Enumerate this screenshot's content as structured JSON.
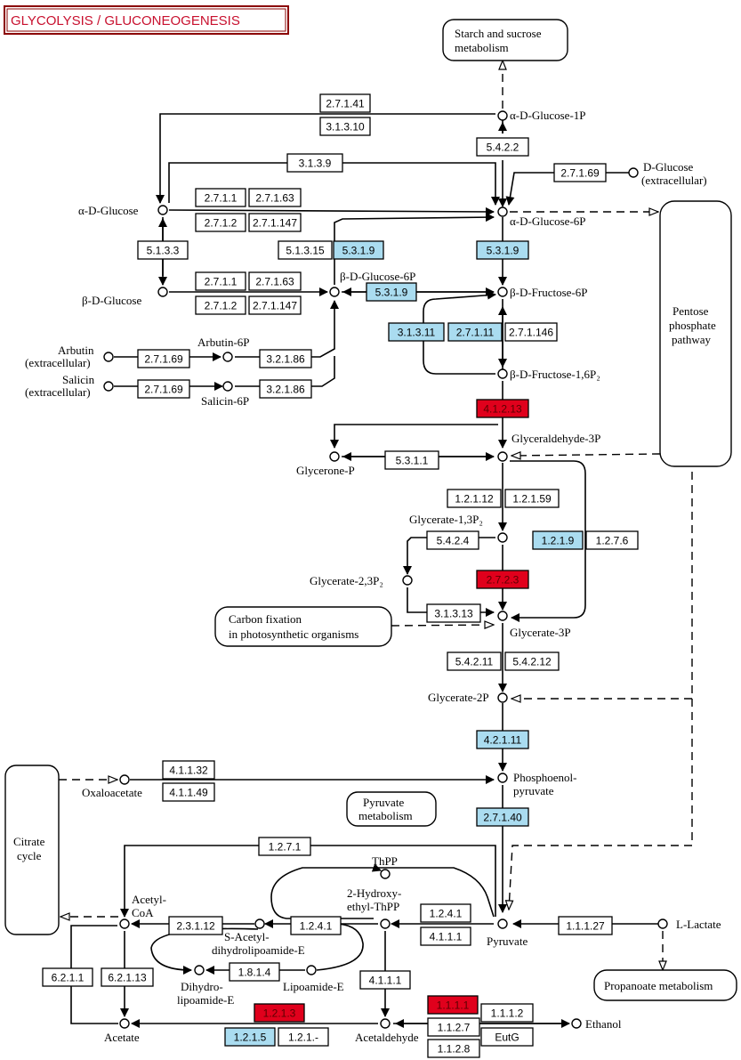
{
  "title": "GLYCOLYSIS / GLUCONEOGENESIS",
  "colors": {
    "blue": "#aadcf0",
    "red": "#e0001c",
    "white": "#ffffff",
    "title_border": "#8b0000",
    "title_text": "#c8102e"
  },
  "compounds": [
    "α-D-Glucose-1P",
    "D-Glucose",
    "(extracellular)",
    "α-D-Glucose",
    "α-D-Glucose-6P",
    "β-D-Glucose-6P",
    "β-D-Glucose",
    "β-D-Fructose-6P",
    "Arbutin",
    "(extracellular)",
    "Arbutin-6P",
    "Salicin",
    "(extracellular)",
    "Salicin-6P",
    "β-D-Fructose-1,6P₂",
    "Glyceraldehyde-3P",
    "Glycerone-P",
    "Glycerate-1,3P₂",
    "Glycerate-2,3P₂",
    "Glycerate-3P",
    "Glycerate-2P",
    "Oxaloacetate",
    "Phosphoenol-",
    "pyruvate",
    "ThPP",
    "2-Hydroxy-",
    "ethyl-ThPP",
    "Acetyl-",
    "CoA",
    "S-Acetyl-",
    "dihydrolipoamide-E",
    "Dihydro-",
    "lipoamide-E",
    "Lipoamide-E",
    "Pyruvate",
    "L-Lactate",
    "Acetate",
    "Acetaldehyde",
    "Ethanol"
  ],
  "pathways": [
    "Starch and sucrose",
    "metabolism",
    "Pentose",
    "phosphate",
    "pathway",
    "Carbon fixation",
    "in photosynthetic organisms",
    "Pyruvate",
    "metabolism",
    "Citrate",
    "cycle",
    "Propanoate metabolism"
  ],
  "enzymes": [
    {
      "id": "e1",
      "label": "2.7.1.41",
      "color": "white"
    },
    {
      "id": "e2",
      "label": "3.1.3.10",
      "color": "white"
    },
    {
      "id": "e3",
      "label": "5.4.2.2",
      "color": "white"
    },
    {
      "id": "e4",
      "label": "3.1.3.9",
      "color": "white"
    },
    {
      "id": "e5",
      "label": "2.7.1.69",
      "color": "white"
    },
    {
      "id": "e6",
      "label": "2.7.1.1",
      "color": "white"
    },
    {
      "id": "e7",
      "label": "2.7.1.63",
      "color": "white"
    },
    {
      "id": "e8",
      "label": "2.7.1.2",
      "color": "white"
    },
    {
      "id": "e9",
      "label": "2.7.1.147",
      "color": "white"
    },
    {
      "id": "e10",
      "label": "5.1.3.3",
      "color": "white"
    },
    {
      "id": "e11",
      "label": "5.1.3.15",
      "color": "white"
    },
    {
      "id": "e12",
      "label": "5.3.1.9",
      "color": "blue"
    },
    {
      "id": "e13",
      "label": "5.3.1.9",
      "color": "blue"
    },
    {
      "id": "e14",
      "label": "2.7.1.1",
      "color": "white"
    },
    {
      "id": "e15",
      "label": "2.7.1.63",
      "color": "white"
    },
    {
      "id": "e16",
      "label": "5.3.1.9",
      "color": "blue"
    },
    {
      "id": "e17",
      "label": "2.7.1.2",
      "color": "white"
    },
    {
      "id": "e18",
      "label": "2.7.1.147",
      "color": "white"
    },
    {
      "id": "e19",
      "label": "3.1.3.11",
      "color": "blue"
    },
    {
      "id": "e20",
      "label": "2.7.1.11",
      "color": "blue"
    },
    {
      "id": "e21",
      "label": "2.7.1.146",
      "color": "white"
    },
    {
      "id": "e22",
      "label": "2.7.1.69",
      "color": "white"
    },
    {
      "id": "e23",
      "label": "3.2.1.86",
      "color": "white"
    },
    {
      "id": "e24",
      "label": "2.7.1.69",
      "color": "white"
    },
    {
      "id": "e25",
      "label": "3.2.1.86",
      "color": "white"
    },
    {
      "id": "e26",
      "label": "4.1.2.13",
      "color": "red"
    },
    {
      "id": "e27",
      "label": "5.3.1.1",
      "color": "white"
    },
    {
      "id": "e28",
      "label": "1.2.1.12",
      "color": "white"
    },
    {
      "id": "e29",
      "label": "1.2.1.59",
      "color": "white"
    },
    {
      "id": "e30",
      "label": "5.4.2.4",
      "color": "white"
    },
    {
      "id": "e31",
      "label": "1.2.1.9",
      "color": "blue"
    },
    {
      "id": "e32",
      "label": "1.2.7.6",
      "color": "white"
    },
    {
      "id": "e33",
      "label": "2.7.2.3",
      "color": "red"
    },
    {
      "id": "e34",
      "label": "3.1.3.13",
      "color": "white"
    },
    {
      "id": "e35",
      "label": "5.4.2.11",
      "color": "white"
    },
    {
      "id": "e36",
      "label": "5.4.2.12",
      "color": "white"
    },
    {
      "id": "e37",
      "label": "4.2.1.11",
      "color": "blue"
    },
    {
      "id": "e38",
      "label": "4.1.1.32",
      "color": "white"
    },
    {
      "id": "e39",
      "label": "4.1.1.49",
      "color": "white"
    },
    {
      "id": "e40",
      "label": "2.7.1.40",
      "color": "blue"
    },
    {
      "id": "e41",
      "label": "1.2.7.1",
      "color": "white"
    },
    {
      "id": "e42",
      "label": "2.3.1.12",
      "color": "white"
    },
    {
      "id": "e43",
      "label": "1.2.4.1",
      "color": "white"
    },
    {
      "id": "e44",
      "label": "1.2.4.1",
      "color": "white"
    },
    {
      "id": "e45",
      "label": "4.1.1.1",
      "color": "white"
    },
    {
      "id": "e46",
      "label": "1.1.1.27",
      "color": "white"
    },
    {
      "id": "e47",
      "label": "1.8.1.4",
      "color": "white"
    },
    {
      "id": "e48",
      "label": "6.2.1.1",
      "color": "white"
    },
    {
      "id": "e49",
      "label": "6.2.1.13",
      "color": "white"
    },
    {
      "id": "e50",
      "label": "4.1.1.1",
      "color": "white"
    },
    {
      "id": "e51",
      "label": "1.2.1.3",
      "color": "red"
    },
    {
      "id": "e52",
      "label": "1.2.1.5",
      "color": "blue"
    },
    {
      "id": "e53",
      "label": "1.2.1.-",
      "color": "white"
    },
    {
      "id": "e54",
      "label": "1.1.1.1",
      "color": "red"
    },
    {
      "id": "e55",
      "label": "1.1.1.2",
      "color": "white"
    },
    {
      "id": "e56",
      "label": "1.1.2.7",
      "color": "white"
    },
    {
      "id": "e57",
      "label": "EutG",
      "color": "white"
    },
    {
      "id": "e58",
      "label": "1.1.2.8",
      "color": "white"
    }
  ]
}
